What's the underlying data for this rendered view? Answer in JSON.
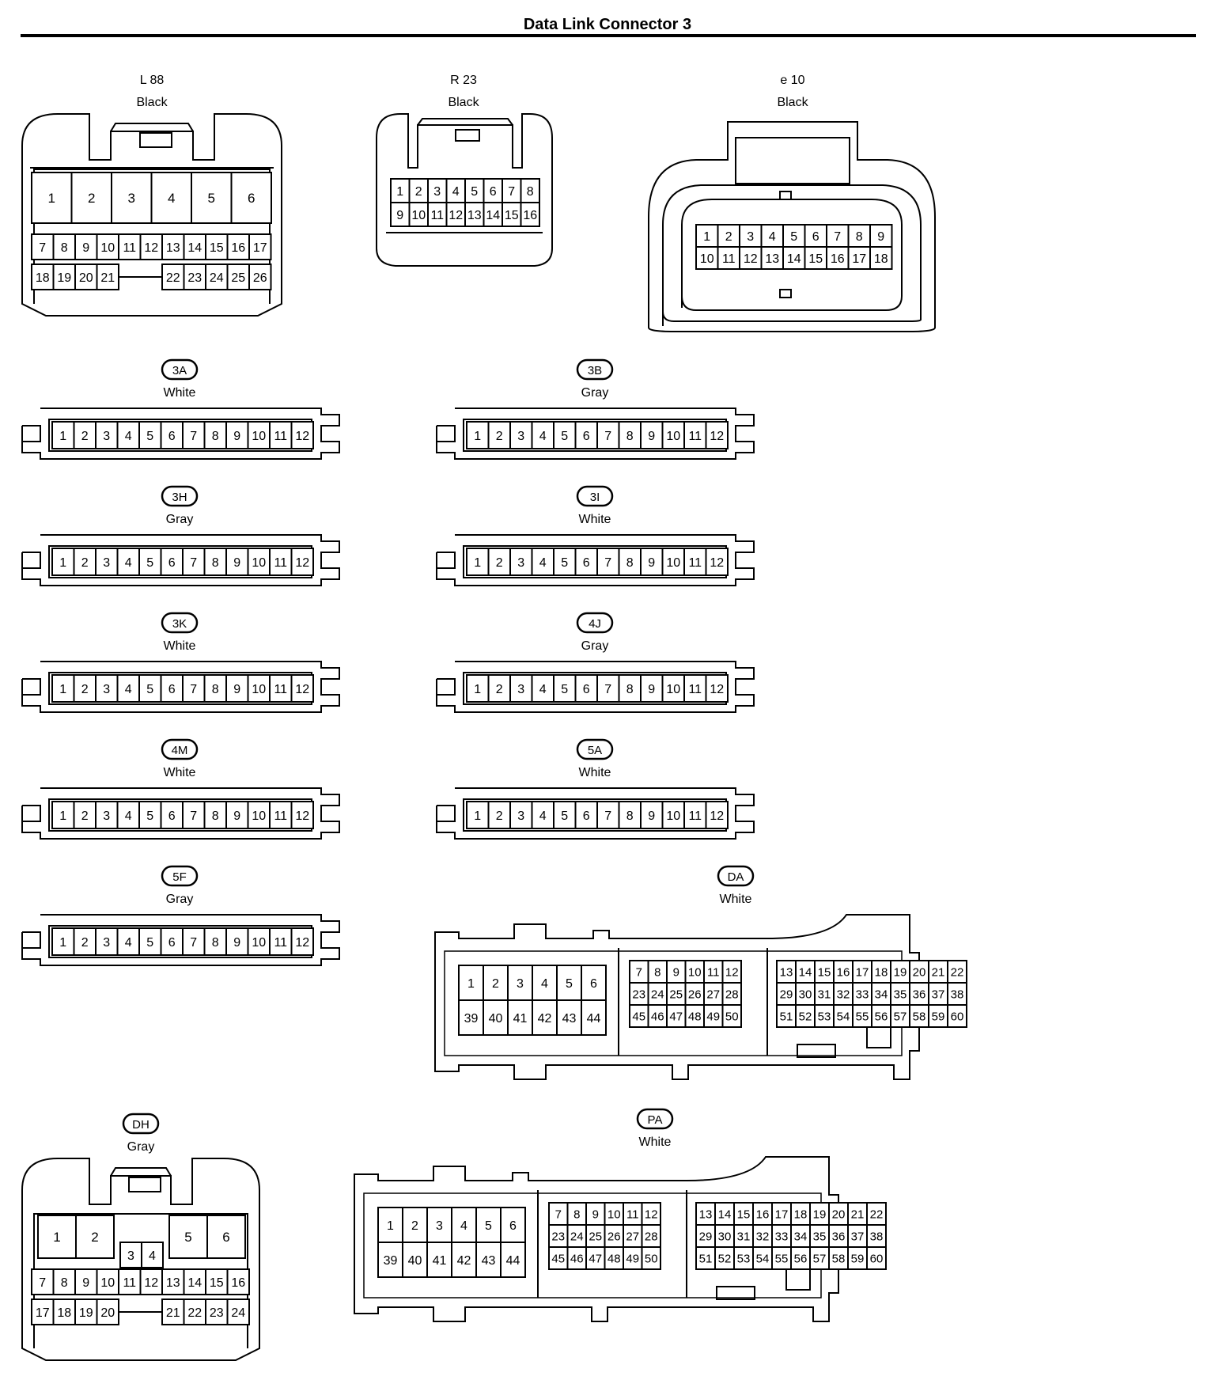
{
  "title": "Data Link Connector 3",
  "connectors": [
    {
      "id": "L88",
      "label": "L 88",
      "color": "Black",
      "badge": false,
      "pins": [
        "1",
        "2",
        "3",
        "4",
        "5",
        "6",
        "7",
        "8",
        "9",
        "10",
        "11",
        "12",
        "13",
        "14",
        "15",
        "16",
        "17",
        "18",
        "19",
        "20",
        "21",
        "22",
        "23",
        "24",
        "25",
        "26"
      ]
    },
    {
      "id": "R23",
      "label": "R 23",
      "color": "Black",
      "badge": false,
      "pins": [
        "1",
        "2",
        "3",
        "4",
        "5",
        "6",
        "7",
        "8",
        "9",
        "10",
        "11",
        "12",
        "13",
        "14",
        "15",
        "16"
      ]
    },
    {
      "id": "e10",
      "label": "e 10",
      "color": "Black",
      "badge": false,
      "pins": [
        "1",
        "2",
        "3",
        "4",
        "5",
        "6",
        "7",
        "8",
        "9",
        "10",
        "11",
        "12",
        "13",
        "14",
        "15",
        "16",
        "17",
        "18"
      ]
    },
    {
      "id": "3A",
      "label": "3A",
      "color": "White",
      "badge": true,
      "pins": [
        "1",
        "2",
        "3",
        "4",
        "5",
        "6",
        "7",
        "8",
        "9",
        "10",
        "11",
        "12"
      ]
    },
    {
      "id": "3B",
      "label": "3B",
      "color": "Gray",
      "badge": true,
      "pins": [
        "1",
        "2",
        "3",
        "4",
        "5",
        "6",
        "7",
        "8",
        "9",
        "10",
        "11",
        "12"
      ]
    },
    {
      "id": "3H",
      "label": "3H",
      "color": "Gray",
      "badge": true,
      "pins": [
        "1",
        "2",
        "3",
        "4",
        "5",
        "6",
        "7",
        "8",
        "9",
        "10",
        "11",
        "12"
      ]
    },
    {
      "id": "3I",
      "label": "3I",
      "color": "White",
      "badge": true,
      "pins": [
        "1",
        "2",
        "3",
        "4",
        "5",
        "6",
        "7",
        "8",
        "9",
        "10",
        "11",
        "12"
      ]
    },
    {
      "id": "3K",
      "label": "3K",
      "color": "White",
      "badge": true,
      "pins": [
        "1",
        "2",
        "3",
        "4",
        "5",
        "6",
        "7",
        "8",
        "9",
        "10",
        "11",
        "12"
      ]
    },
    {
      "id": "4J",
      "label": "4J",
      "color": "Gray",
      "badge": true,
      "pins": [
        "1",
        "2",
        "3",
        "4",
        "5",
        "6",
        "7",
        "8",
        "9",
        "10",
        "11",
        "12"
      ]
    },
    {
      "id": "4M",
      "label": "4M",
      "color": "White",
      "badge": true,
      "pins": [
        "1",
        "2",
        "3",
        "4",
        "5",
        "6",
        "7",
        "8",
        "9",
        "10",
        "11",
        "12"
      ]
    },
    {
      "id": "5A",
      "label": "5A",
      "color": "White",
      "badge": true,
      "pins": [
        "1",
        "2",
        "3",
        "4",
        "5",
        "6",
        "7",
        "8",
        "9",
        "10",
        "11",
        "12"
      ]
    },
    {
      "id": "5F",
      "label": "5F",
      "color": "Gray",
      "badge": true,
      "pins": [
        "1",
        "2",
        "3",
        "4",
        "5",
        "6",
        "7",
        "8",
        "9",
        "10",
        "11",
        "12"
      ]
    },
    {
      "id": "DA",
      "label": "DA",
      "color": "White",
      "badge": true,
      "pins": [
        "1",
        "2",
        "3",
        "4",
        "5",
        "6",
        "7",
        "8",
        "9",
        "10",
        "11",
        "12",
        "13",
        "14",
        "15",
        "16",
        "17",
        "18",
        "19",
        "20",
        "21",
        "22",
        "23",
        "24",
        "25",
        "26",
        "27",
        "28",
        "29",
        "30",
        "31",
        "32",
        "33",
        "34",
        "35",
        "36",
        "37",
        "38",
        "39",
        "40",
        "41",
        "42",
        "43",
        "44",
        "45",
        "46",
        "47",
        "48",
        "49",
        "50",
        "51",
        "52",
        "53",
        "54",
        "55",
        "56",
        "57",
        "58",
        "59",
        "60"
      ]
    },
    {
      "id": "DH",
      "label": "DH",
      "color": "Gray",
      "badge": true,
      "pins": [
        "1",
        "2",
        "3",
        "4",
        "5",
        "6",
        "7",
        "8",
        "9",
        "10",
        "11",
        "12",
        "13",
        "14",
        "15",
        "16",
        "17",
        "18",
        "19",
        "20",
        "21",
        "22",
        "23",
        "24"
      ]
    },
    {
      "id": "PA",
      "label": "PA",
      "color": "White",
      "badge": true,
      "pins": [
        "1",
        "2",
        "3",
        "4",
        "5",
        "6",
        "7",
        "8",
        "9",
        "10",
        "11",
        "12",
        "13",
        "14",
        "15",
        "16",
        "17",
        "18",
        "19",
        "20",
        "21",
        "22",
        "23",
        "24",
        "25",
        "26",
        "27",
        "28",
        "29",
        "30",
        "31",
        "32",
        "33",
        "34",
        "35",
        "36",
        "37",
        "38",
        "39",
        "40",
        "41",
        "42",
        "43",
        "44",
        "45",
        "46",
        "47",
        "48",
        "49",
        "50",
        "51",
        "52",
        "53",
        "54",
        "55",
        "56",
        "57",
        "58",
        "59",
        "60"
      ]
    }
  ]
}
